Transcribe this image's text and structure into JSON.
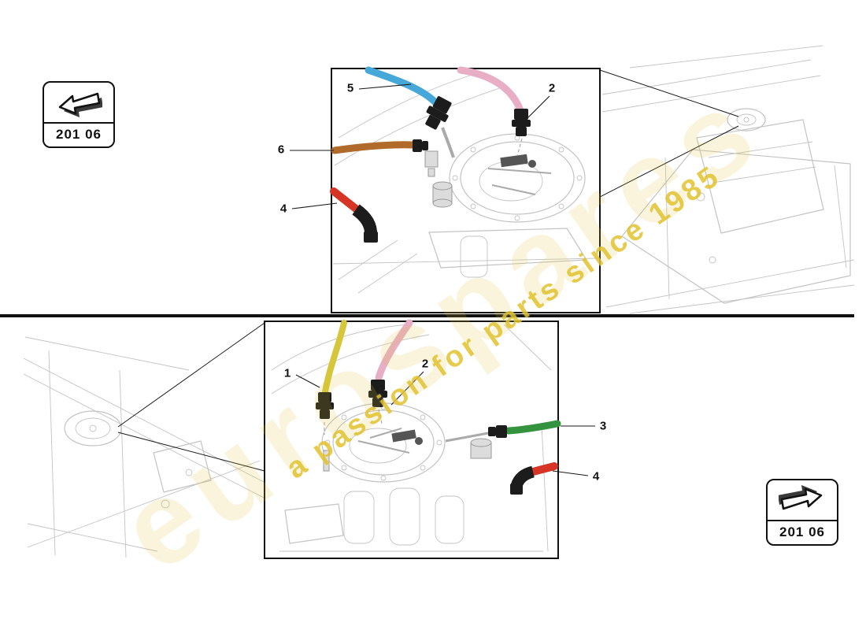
{
  "watermark": {
    "tagline": "a passion for parts since 1985",
    "ghost_text": "eurospares"
  },
  "badges": {
    "top_left": {
      "label": "201 06",
      "arrow_direction": "left"
    },
    "bottom_right": {
      "label": "201 06",
      "arrow_direction": "right"
    }
  },
  "top_panel": {
    "callouts": [
      {
        "number": "5",
        "part": "blue-hose"
      },
      {
        "number": "2",
        "part": "pink-hose"
      },
      {
        "number": "6",
        "part": "brown-hose"
      },
      {
        "number": "4",
        "part": "red-hose"
      }
    ]
  },
  "bottom_panel": {
    "callouts": [
      {
        "number": "1",
        "part": "yellow-hose"
      },
      {
        "number": "2",
        "part": "pink-hose"
      },
      {
        "number": "3",
        "part": "green-hose"
      },
      {
        "number": "4",
        "part": "red-hose"
      }
    ]
  },
  "colors": {
    "hose_blue": "#45a8d8",
    "hose_pink": "#e7aec6",
    "hose_brown": "#b06a2a",
    "hose_red": "#d63425",
    "hose_yellow": "#d6c63c",
    "hose_green": "#33933f",
    "line_art": "#c3c3c3",
    "panel_border": "#111111",
    "watermark_yellow": "#e2c22f"
  }
}
